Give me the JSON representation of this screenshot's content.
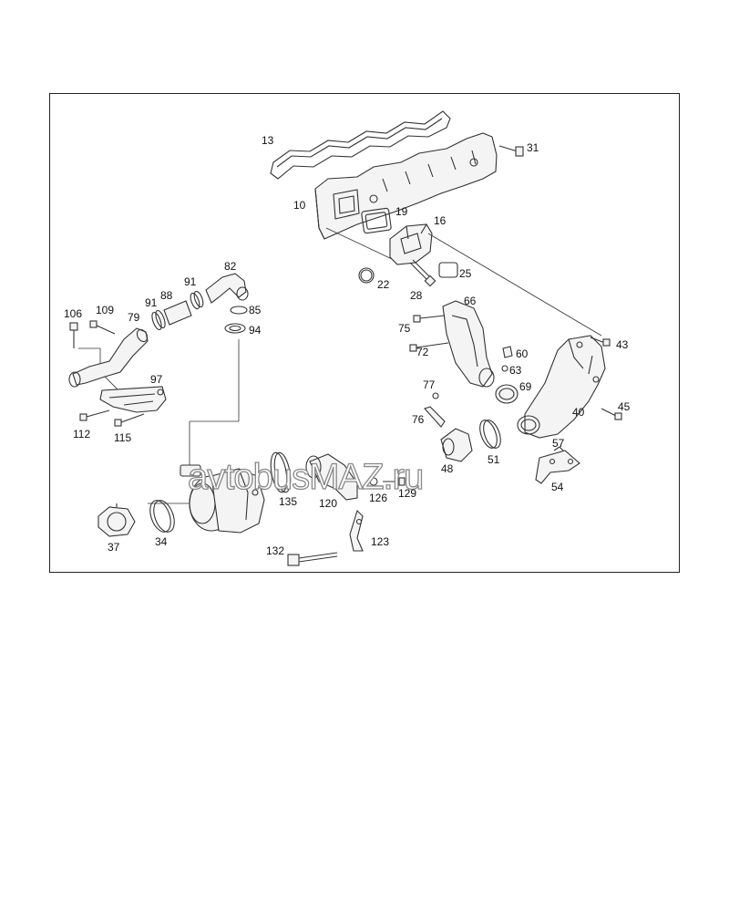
{
  "watermark": "avtobusMAZ.ru",
  "colors": {
    "line": "#333333",
    "frame": "#222222",
    "watermark_stroke": "#888888"
  },
  "labels": {
    "p13": "13",
    "p31": "31",
    "p10": "10",
    "p19": "19",
    "p16": "16",
    "p22": "22",
    "p25": "25",
    "p28": "28",
    "p82": "82",
    "p91a": "91",
    "p91b": "91",
    "p88": "88",
    "p85": "85",
    "p94": "94",
    "p79": "79",
    "p106": "106",
    "p109": "109",
    "p97": "97",
    "p112": "112",
    "p115": "115",
    "p66": "66",
    "p75": "75",
    "p72": "72",
    "p60": "60",
    "p63": "63",
    "p69": "69",
    "p43": "43",
    "p45": "45",
    "p40": "40",
    "p77": "77",
    "p76": "76",
    "p57": "57",
    "p51": "51",
    "p48": "48",
    "p54": "54",
    "p135": "135",
    "p120": "120",
    "p126": "126",
    "p129": "129",
    "p37": "37",
    "p34": "34",
    "p132": "132",
    "p123": "123"
  }
}
